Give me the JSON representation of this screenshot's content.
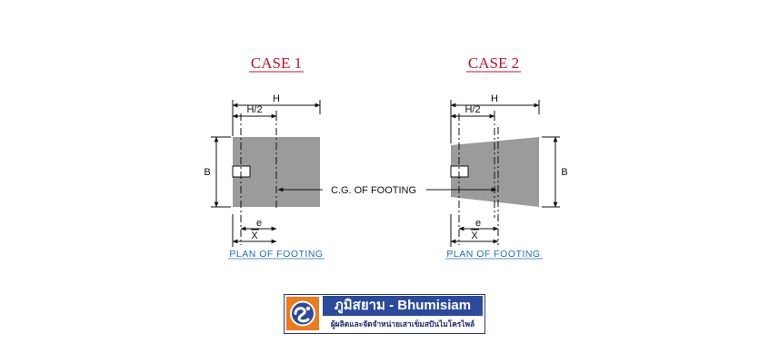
{
  "case1": {
    "title": "CASE 1",
    "dim_h": "H",
    "dim_h2": "H/2",
    "dim_b": "B",
    "dim_e": "e",
    "dim_xbar": "X",
    "plan_label": "PLAN  OF  FOOTING"
  },
  "case2": {
    "title": "CASE 2",
    "dim_h": "H",
    "dim_h2": "H/2",
    "dim_b": "B",
    "dim_e": "e",
    "dim_xbar": "X",
    "plan_label": "PLAN  OF  FOOTING"
  },
  "cg_label": "C.G.  OF  FOOTING",
  "logo": {
    "title": "ภูมิสยาม - Bhumisiam",
    "subtitle": "ผู้ผลิตและจัดจำหน่ายเสาเข็มสปันไมโครไพล์"
  },
  "colors": {
    "footing_fill": "#9b9b9b",
    "title_red": "#c0142c",
    "label_blue": "#1f6fb4",
    "logo_orange": "#f07a1a",
    "logo_navy": "#2b4a9b"
  }
}
